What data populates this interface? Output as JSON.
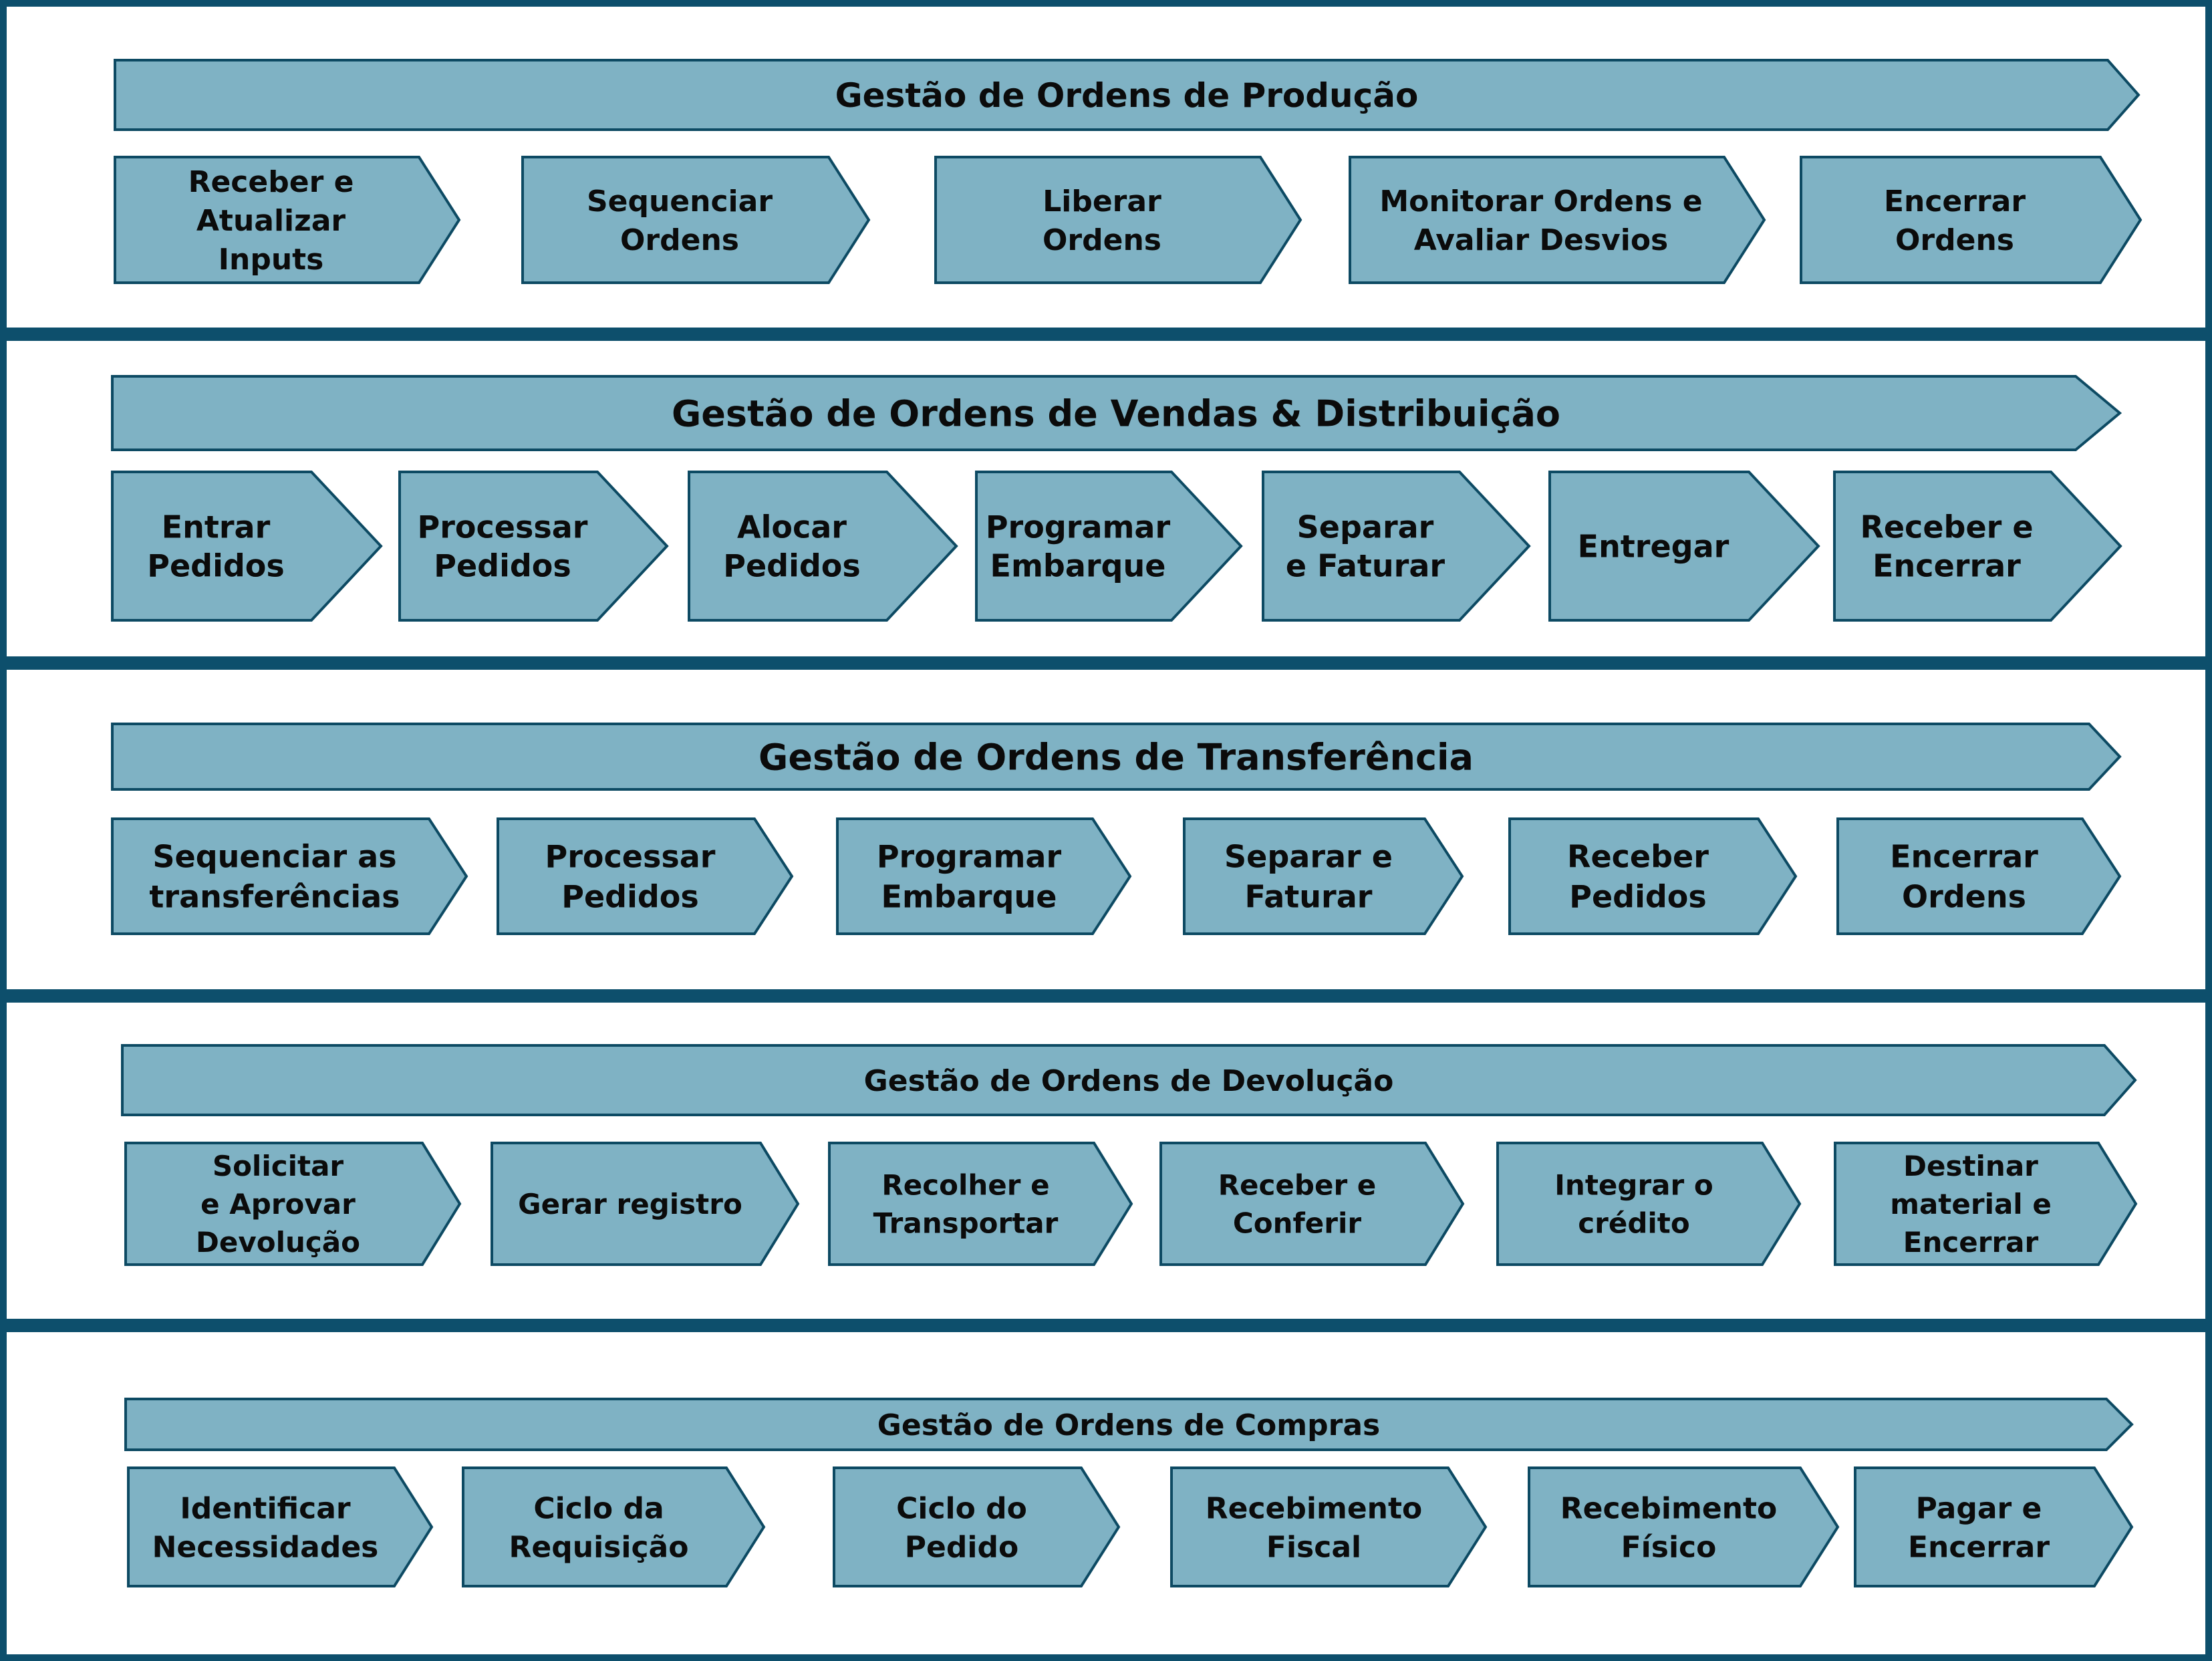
{
  "colors": {
    "frame": "#0d4f6c",
    "fill": "#7fb2c4",
    "stroke": "#0d4a63",
    "text": "#0b0b0b",
    "background": "#ffffff"
  },
  "sections": [
    {
      "title": "Gestão de Ordens de Produção",
      "steps": [
        [
          "Receber e",
          "Atualizar",
          "Inputs"
        ],
        [
          "Sequenciar",
          "Ordens"
        ],
        [
          "Liberar",
          "Ordens"
        ],
        [
          "Monitorar Ordens e",
          "Avaliar Desvios"
        ],
        [
          "Encerrar",
          "Ordens"
        ]
      ]
    },
    {
      "title": "Gestão de Ordens de Vendas & Distribuição",
      "steps": [
        [
          "Entrar",
          "Pedidos"
        ],
        [
          "Processar",
          "Pedidos"
        ],
        [
          "Alocar",
          "Pedidos"
        ],
        [
          "Programar",
          "Embarque"
        ],
        [
          "Separar",
          "e Faturar"
        ],
        [
          "Entregar"
        ],
        [
          "Receber e",
          "Encerrar"
        ]
      ]
    },
    {
      "title": "Gestão de Ordens de Transferência",
      "steps": [
        [
          "Sequenciar as",
          "transferências"
        ],
        [
          "Processar",
          "Pedidos"
        ],
        [
          "Programar",
          "Embarque"
        ],
        [
          "Separar e",
          "Faturar"
        ],
        [
          "Receber",
          "Pedidos"
        ],
        [
          "Encerrar",
          "Ordens"
        ]
      ]
    },
    {
      "title": "Gestão de Ordens de Devolução",
      "steps": [
        [
          "Solicitar",
          "e Aprovar",
          "Devolução"
        ],
        [
          "Gerar registro"
        ],
        [
          "Recolher e",
          "Transportar"
        ],
        [
          "Receber e",
          "Conferir"
        ],
        [
          "Integrar o",
          "crédito"
        ],
        [
          "Destinar",
          "material e",
          "Encerrar"
        ]
      ]
    },
    {
      "title": "Gestão de Ordens de Compras",
      "steps": [
        [
          "Identificar",
          "Necessidades"
        ],
        [
          "Ciclo da",
          "Requisição"
        ],
        [
          "Ciclo do",
          "Pedido"
        ],
        [
          "Recebimento",
          "Fiscal"
        ],
        [
          "Recebimento",
          "Físico"
        ],
        [
          "Pagar e",
          "Encerrar"
        ]
      ]
    }
  ]
}
